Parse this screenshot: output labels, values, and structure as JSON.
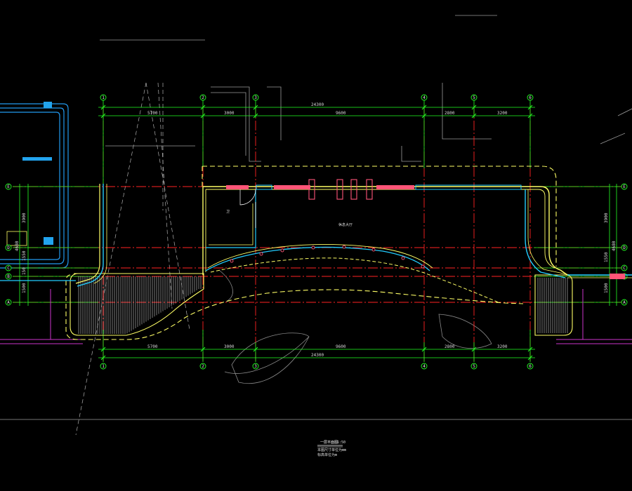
{
  "drawing": {
    "background": "#000000",
    "colors": {
      "grid_axis": "#ff2222",
      "dimension": "#22ff22",
      "wall": "#ffff66",
      "glass": "#22ccff",
      "window_mark": "#ff5577",
      "purple": "#cc33cc",
      "white": "#ffffff",
      "grey": "#9a9a9a"
    },
    "column_axes": [
      "1",
      "2",
      "3",
      "4",
      "5",
      "6"
    ],
    "row_axes_left": [
      "E",
      "D",
      "C",
      "B",
      "A"
    ],
    "row_axes_right": [
      "E",
      "D",
      "C",
      "B",
      "A"
    ],
    "top_dimensions": {
      "segments": [
        "5700",
        "3000",
        "9600",
        "2800",
        "3200"
      ],
      "total": "24300"
    },
    "bottom_dimensions": {
      "segments": [
        "5700",
        "3000",
        "9600",
        "2800",
        "3200"
      ],
      "total": "24300"
    },
    "left_dimensions": [
      "3900",
      "1550",
      "150",
      "1500"
    ],
    "left_total": "4680",
    "right_dimensions": [
      "3900",
      "1550",
      "1500"
    ],
    "right_total": "4680",
    "room_labels": {
      "small_room": "卫",
      "main_hall": "休息大厅"
    },
    "title_block": {
      "title": "一层平面图",
      "scale": "1:50",
      "note_1": "本图尺寸单位为mm",
      "note_2": "标高单位为m"
    }
  }
}
